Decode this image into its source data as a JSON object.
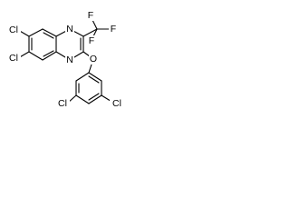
{
  "molecule": {
    "atom_labels": {
      "cl_top_left": "Cl",
      "cl_bottom_left": "Cl",
      "n_top": "N",
      "n_bottom": "N",
      "f_top": "F",
      "f_right": "F",
      "f_left": "F",
      "o_ether": "O",
      "cl_aryl_left": "Cl",
      "cl_aryl_right": "Cl"
    }
  }
}
